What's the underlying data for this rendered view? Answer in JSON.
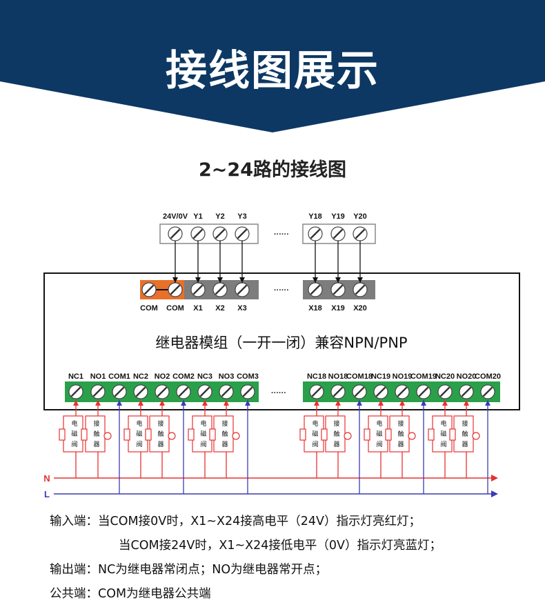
{
  "banner": {
    "title": "接线图展示",
    "color": "#0d3864"
  },
  "subtitle": "2~24路的接线图",
  "top_terminal": {
    "labels_left": [
      "24V/0V",
      "Y1",
      "Y2",
      "Y3"
    ],
    "labels_right": [
      "Y18",
      "Y19",
      "Y20"
    ],
    "ellipsis": "······"
  },
  "module": {
    "input_labels_left": [
      "COM",
      "COM",
      "X1",
      "X2",
      "X3"
    ],
    "input_labels_right": [
      "X18",
      "X19",
      "X20"
    ],
    "ellipsis": "······",
    "title": "继电器模组（一开一闭）兼容NPN/PNP",
    "output_labels_left": [
      "NC1",
      "NO1",
      "COM1",
      "NC2",
      "NO2",
      "COM2",
      "NC3",
      "NO3",
      "COM3"
    ],
    "output_labels_right": [
      "NC18",
      "NO18",
      "COM18",
      "NC19",
      "NO19",
      "COM19",
      "NC20",
      "NO20",
      "COM20"
    ],
    "colors": {
      "orange": "#e8702a",
      "gray": "#7d7d7d",
      "green": "#2aa04a"
    }
  },
  "loads": {
    "valve": [
      "电",
      "磁",
      "阀"
    ],
    "contactor": [
      "接",
      "触",
      "器"
    ]
  },
  "lines": {
    "n_label": "N",
    "l_label": "L",
    "n_color": "#e83030",
    "l_color": "#3b3bb0"
  },
  "notes": {
    "input_title": "输入端：",
    "input_line1": "当COM接0V时，X1~X24接高电平（24V）指示灯亮红灯；",
    "input_line2": "当COM接24V时，X1~X24接低电平（0V）指示灯亮蓝灯；",
    "output_title": "输出端：",
    "output_text": "NC为继电器常闭点；NO为继电器常开点；",
    "common_title": "公共端：",
    "common_text": "COM为继电器公共端"
  }
}
